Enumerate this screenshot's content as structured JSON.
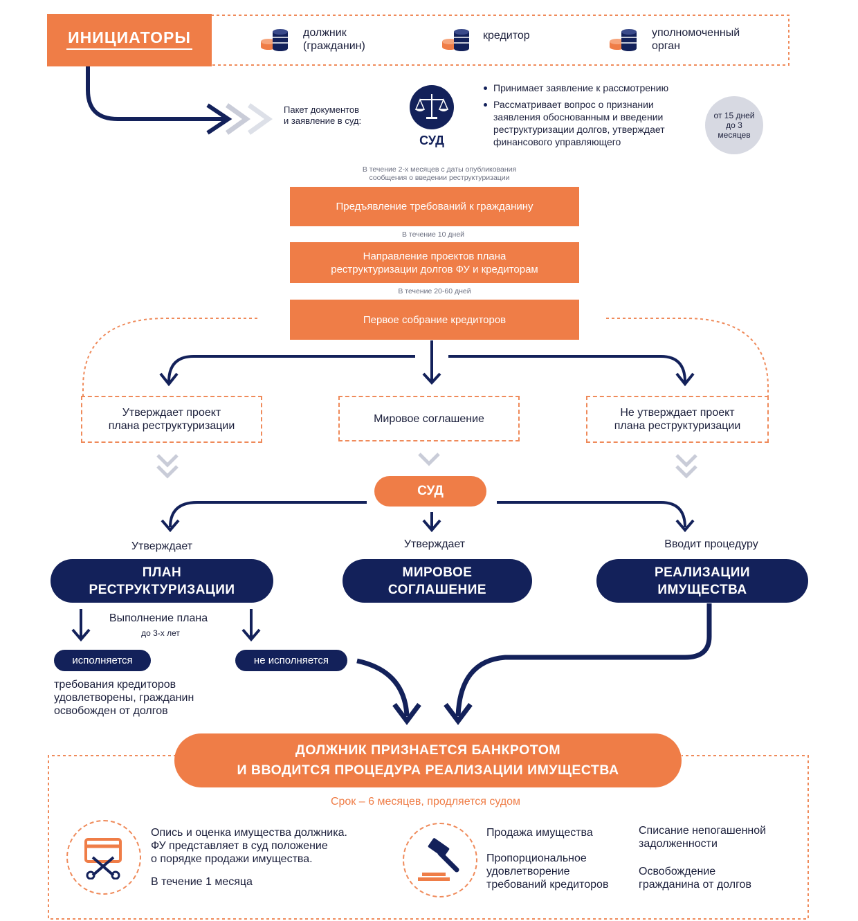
{
  "initiators": {
    "title": "ИНИЦИАТОРЫ",
    "items": [
      {
        "label": "должник\n(гражданин)",
        "icon": "coins-stack-icon"
      },
      {
        "label": "кредитор",
        "icon": "coins-stack-icon"
      },
      {
        "label": "уполномоченный\nорган",
        "icon": "coins-stack-icon"
      }
    ]
  },
  "package_text": "Пакет документов\nи заявление в суд:",
  "court1": {
    "label": "СУД",
    "icon": "scales-icon",
    "bullets": [
      "Принимает заявление к рассмотрению",
      "Рассматривает вопрос о признании заявления обоснованным и введении реструктуризации долгов, утверждает финансового управляющего"
    ],
    "term_badge": "от 15 дней\nдо 3\nмесяцев"
  },
  "steps": [
    {
      "note": "В течение 2-х месяцев с даты опубликования\nсообщения о введении реструктуризации",
      "label": "Предъявление требований к гражданину"
    },
    {
      "note": "В течение 10 дней",
      "label": "Направление проектов плана\nреструктуризации долгов ФУ и кредиторам"
    },
    {
      "note": "В течение 20-60 дней",
      "label": "Первое собрание кредиторов"
    }
  ],
  "outcomes": [
    "Утверждает проект\nплана реструктуризации",
    "Мировое соглашение",
    "Не утверждает проект\nплана реструктуризации"
  ],
  "court2": {
    "label": "СУД"
  },
  "decisions": [
    {
      "caption": "Утверждает",
      "label": "ПЛАН\nРЕСТРУКТУРИЗАЦИИ"
    },
    {
      "caption": "Утверждает",
      "label": "МИРОВОЕ\nСОГЛАШЕНИЕ"
    },
    {
      "caption": "Вводит процедуру",
      "label": "РЕАЛИЗАЦИИ\nИМУЩЕСТВА"
    }
  ],
  "plan_execution": {
    "title": "Выполнение плана",
    "subtitle": "до 3-х лет",
    "done": "исполняется",
    "not_done": "не исполняется",
    "done_result": "требования кредиторов\nудовлетворены, гражданин\nосвобожден от долгов"
  },
  "bankrupt": {
    "label": "ДОЛЖНИК ПРИЗНАЕТСЯ БАНКРОТОМ\nИ ВВОДИТСЯ ПРОЦЕДУРА РЕАЛИЗАЦИИ ИМУЩЕСТВА",
    "term": "Срок – 6 месяцев, продляется судом"
  },
  "final": {
    "inventory_text": "Опись и оценка имущества должника.\nФУ представляет в суд положение\nо порядке продажи имущества.",
    "inventory_term": "В течение 1 месяца",
    "inventory_icon": "card-scissors-icon",
    "gavel_icon": "gavel-icon",
    "sale": "Продажа имущества",
    "proportional": "Пропорциональное\nудовлетворение\nтребований кредиторов",
    "writeoff": "Списание непогашенной\nзадолженности",
    "release": "Освобождение\nгражданина от долгов"
  },
  "colors": {
    "orange": "#ef7d47",
    "navy": "#13215a",
    "grey_badge": "#d7d9e2",
    "chevron": "#c9ccd8"
  }
}
